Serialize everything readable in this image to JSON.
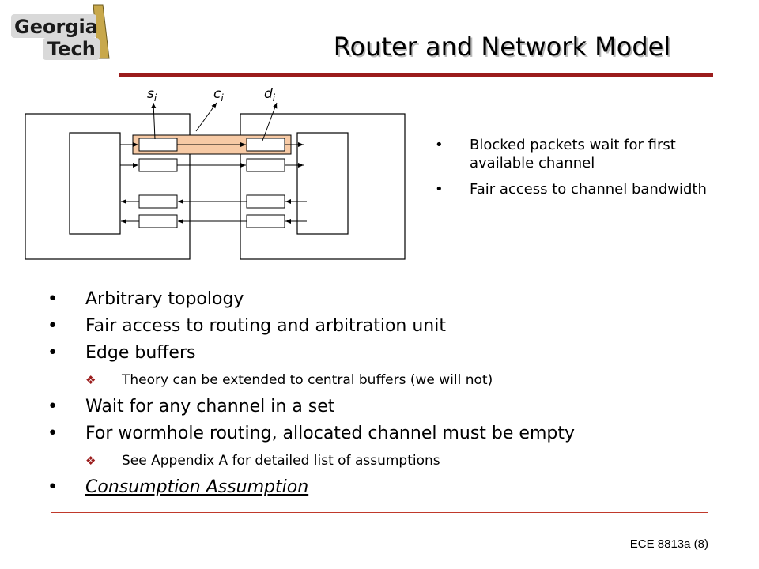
{
  "header": {
    "logo_line1": "Georgia",
    "logo_line2": "Tech",
    "title": "Router and Network Model"
  },
  "diagram": {
    "labels": {
      "s": "s",
      "c": "c",
      "d": "d",
      "subscript": "i"
    }
  },
  "side_bullets": [
    "Blocked packets wait for first available channel",
    "Fair access to channel bandwidth"
  ],
  "main_bullets": {
    "b1": "Arbitrary topology",
    "b2": "Fair access to routing and arbitration unit",
    "b3": "Edge buffers",
    "b3_sub": "Theory can be extended to central buffers (we will not)",
    "b4": "Wait for any channel in a set",
    "b5": "For wormhole routing, allocated channel must be empty",
    "b5_sub": "See Appendix A for detailed list of assumptions",
    "b6": "Consumption Assumption"
  },
  "footer": {
    "course": "ECE 8813a",
    "page": "(8)"
  },
  "colors": {
    "accent": "#9b1c1c",
    "channel_fill": "#f7caa5"
  }
}
